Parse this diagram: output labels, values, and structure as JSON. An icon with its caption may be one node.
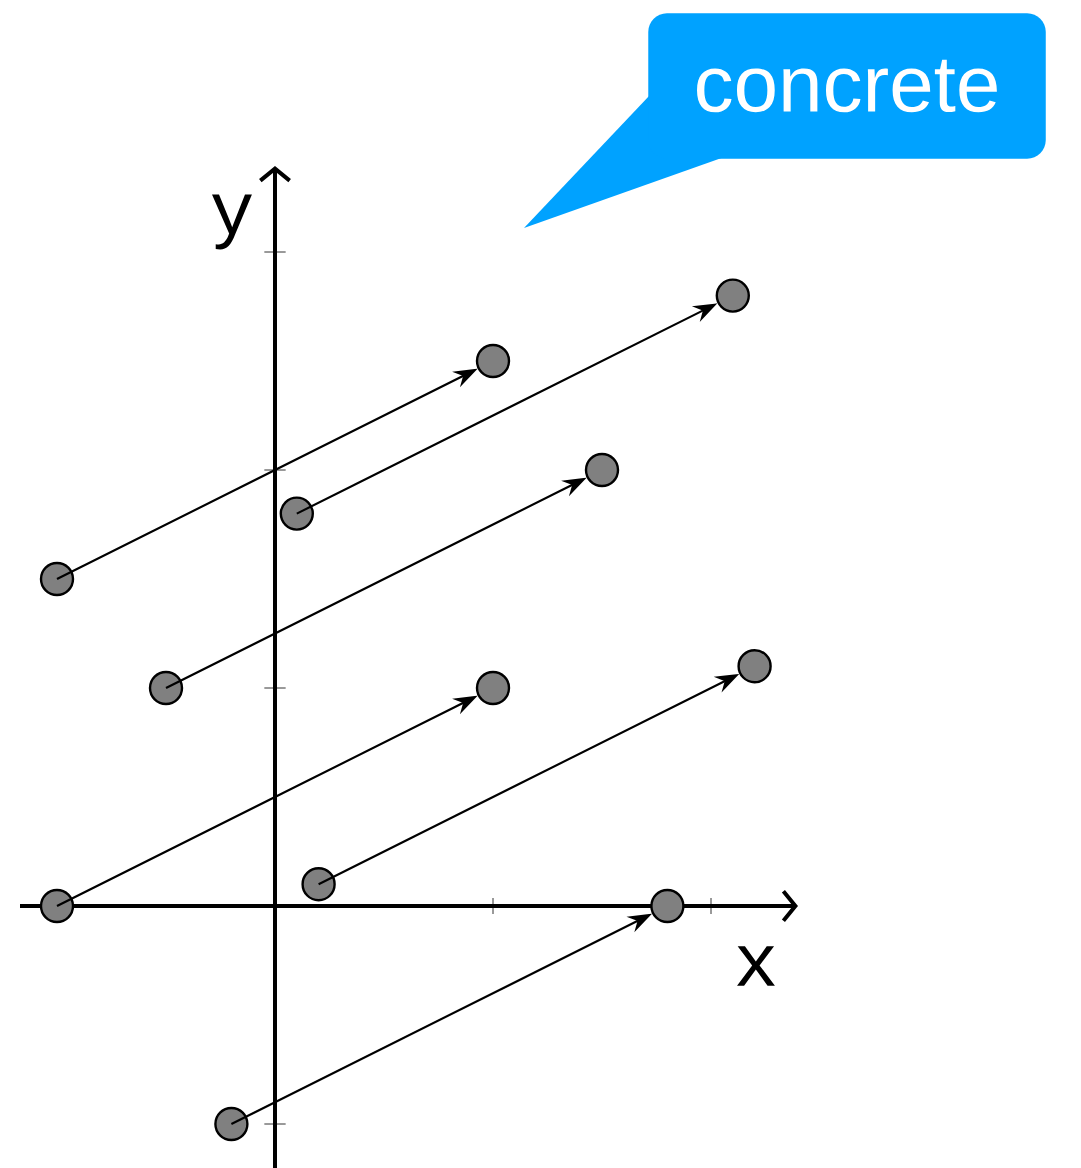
{
  "diagram": {
    "nodes": [
      {
        "text": [
          "concrete"
        ]
      },
      {
        "text": [],
        "shape": "circle"
      },
      {
        "text": [],
        "shape": "circle"
      },
      {
        "text": [],
        "shape": "circle"
      },
      {
        "text": [],
        "shape": "circle"
      },
      {
        "text": [],
        "shape": "circle"
      },
      {
        "text": [],
        "shape": "circle"
      },
      {
        "text": [],
        "shape": "circle"
      },
      {
        "text": [],
        "shape": "circle"
      },
      {
        "text": [],
        "shape": "circle"
      },
      {
        "text": [],
        "shape": "circle"
      },
      {
        "text": [],
        "shape": "circle"
      },
      {
        "text": [],
        "shape": "circle"
      }
    ],
    "edges": [
      {
        "from": 5,
        "to": 2,
        "arrow": "to"
      },
      {
        "from": 4,
        "to": 1,
        "arrow": "to"
      },
      {
        "from": 7,
        "to": 3,
        "arrow": "to"
      },
      {
        "from": 10,
        "to": 8,
        "arrow": "to"
      },
      {
        "from": 9,
        "to": 6,
        "arrow": "to"
      },
      {
        "from": 12,
        "to": 11,
        "arrow": "to"
      }
    ],
    "labels": [
      "y",
      "x"
    ]
  }
}
